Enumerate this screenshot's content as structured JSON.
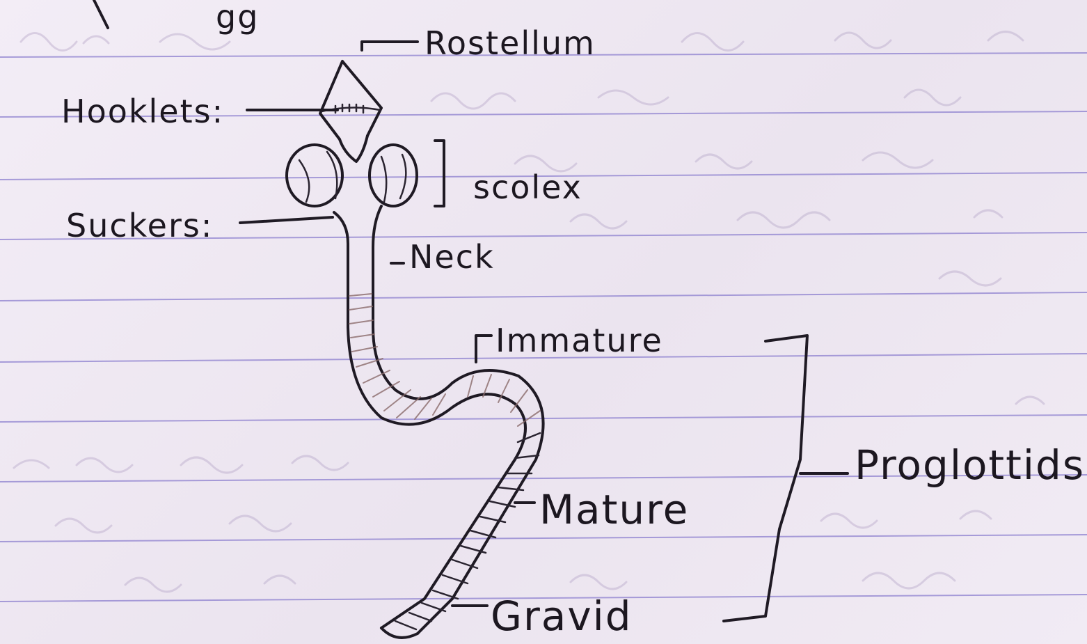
{
  "page_fragment": "gg",
  "labels": {
    "rostellum": "Rostellum",
    "hooklets": "Hooklets:",
    "scolex": "scolex",
    "suckers": "Suckers:",
    "neck": "Neck",
    "immature": "Immature",
    "mature": "Mature",
    "gravid": "Gravid",
    "proglottids": "Proglottids"
  },
  "colors": {
    "paper": "#efe8f3",
    "ruled_line": "#8d80cf",
    "ink": "#1f1a24",
    "pencil": "#8a6a6a"
  }
}
